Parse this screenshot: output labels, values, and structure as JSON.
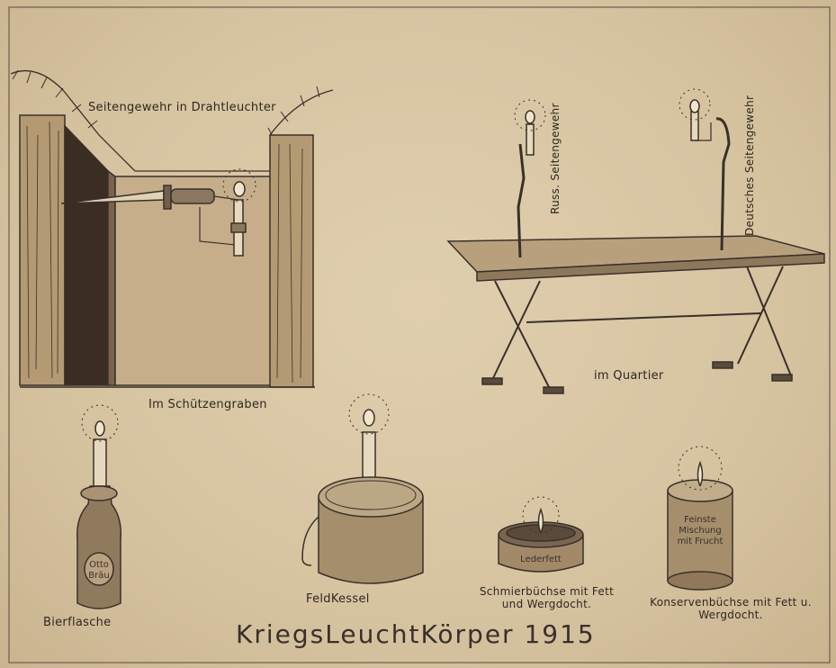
{
  "title": "KriegsLeuchtKörper 1915",
  "captions": {
    "bayonet_wire": "Seitengewehr in Drahtleuchter",
    "trench": "Im Schützengraben",
    "quarters": "im Quartier",
    "russian": "Russ. Seitengewehr",
    "german": "Deutsches Seitengewehr",
    "bottle": "Bierflasche",
    "kettle": "FeldKessel",
    "grease_tin": "Schmierbüchse mit Fett und Wergdocht.",
    "can": "Konservenbüchse mit Fett u. Wergdocht."
  },
  "labels": {
    "leather": "Lederfett",
    "can_text": "Feinste Mischung mit Frucht",
    "bottle_label": "Otto Bräu"
  },
  "colors": {
    "paper": "#dcc9a6",
    "ink": "#2f2721"
  }
}
